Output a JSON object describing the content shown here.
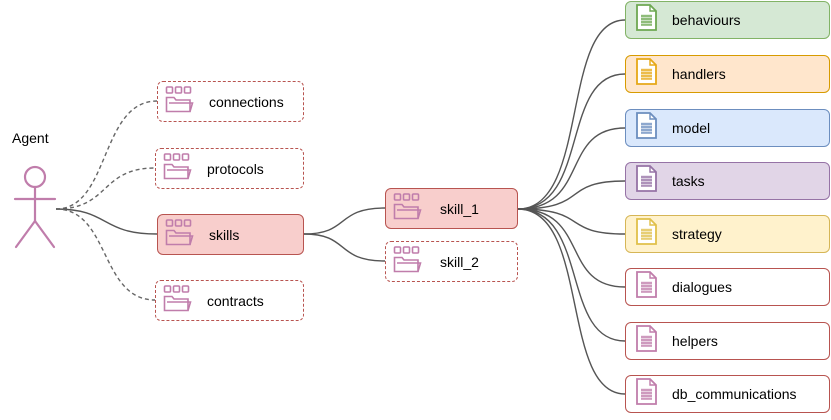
{
  "actor": {
    "label": "Agent",
    "icon": "stick-figure-icon"
  },
  "colors": {
    "actor": "#c07dab",
    "pkg_border": "#b85450",
    "pkg_fill_active": "#f8cecc",
    "folder_icon": "#c07dab",
    "edge": "#555555"
  },
  "agent_children": [
    {
      "id": "connections",
      "label": "connections",
      "active": false,
      "icon": "folder-components-icon"
    },
    {
      "id": "protocols",
      "label": "protocols",
      "active": false,
      "icon": "folder-components-icon"
    },
    {
      "id": "skills",
      "label": "skills",
      "active": true,
      "icon": "folder-components-icon"
    },
    {
      "id": "contracts",
      "label": "contracts",
      "active": false,
      "icon": "folder-components-icon"
    }
  ],
  "skills_children": [
    {
      "id": "skill_1",
      "label": "skill_1",
      "active": true,
      "icon": "folder-components-icon"
    },
    {
      "id": "skill_2",
      "label": "skill_2",
      "active": false,
      "icon": "folder-components-icon"
    }
  ],
  "skill_1_files": [
    {
      "id": "behaviours",
      "label": "behaviours",
      "fill": "#d5e8d4",
      "border": "#82b366",
      "icon_color": "#6ea852",
      "icon": "document-icon"
    },
    {
      "id": "handlers",
      "label": "handlers",
      "fill": "#ffe6cc",
      "border": "#d79b00",
      "icon_color": "#e6a817",
      "icon": "document-icon"
    },
    {
      "id": "model",
      "label": "model",
      "fill": "#dae8fc",
      "border": "#6c8ebf",
      "icon_color": "#6c8ebf",
      "icon": "document-icon"
    },
    {
      "id": "tasks",
      "label": "tasks",
      "fill": "#e1d5e7",
      "border": "#9673a6",
      "icon_color": "#9673a6",
      "icon": "document-icon"
    },
    {
      "id": "strategy",
      "label": "strategy",
      "fill": "#fff2cc",
      "border": "#d6b656",
      "icon_color": "#e0c04a",
      "icon": "document-icon"
    },
    {
      "id": "dialogues",
      "label": "dialogues",
      "fill": "#ffffff",
      "border": "#b85450",
      "icon_color": "#c07dab",
      "icon": "document-icon"
    },
    {
      "id": "helpers",
      "label": "helpers",
      "fill": "#ffffff",
      "border": "#b85450",
      "icon_color": "#c07dab",
      "icon": "document-icon"
    },
    {
      "id": "db_communications",
      "label": "db_communications",
      "fill": "#ffffff",
      "border": "#b85450",
      "icon_color": "#c07dab",
      "icon": "document-icon"
    }
  ]
}
